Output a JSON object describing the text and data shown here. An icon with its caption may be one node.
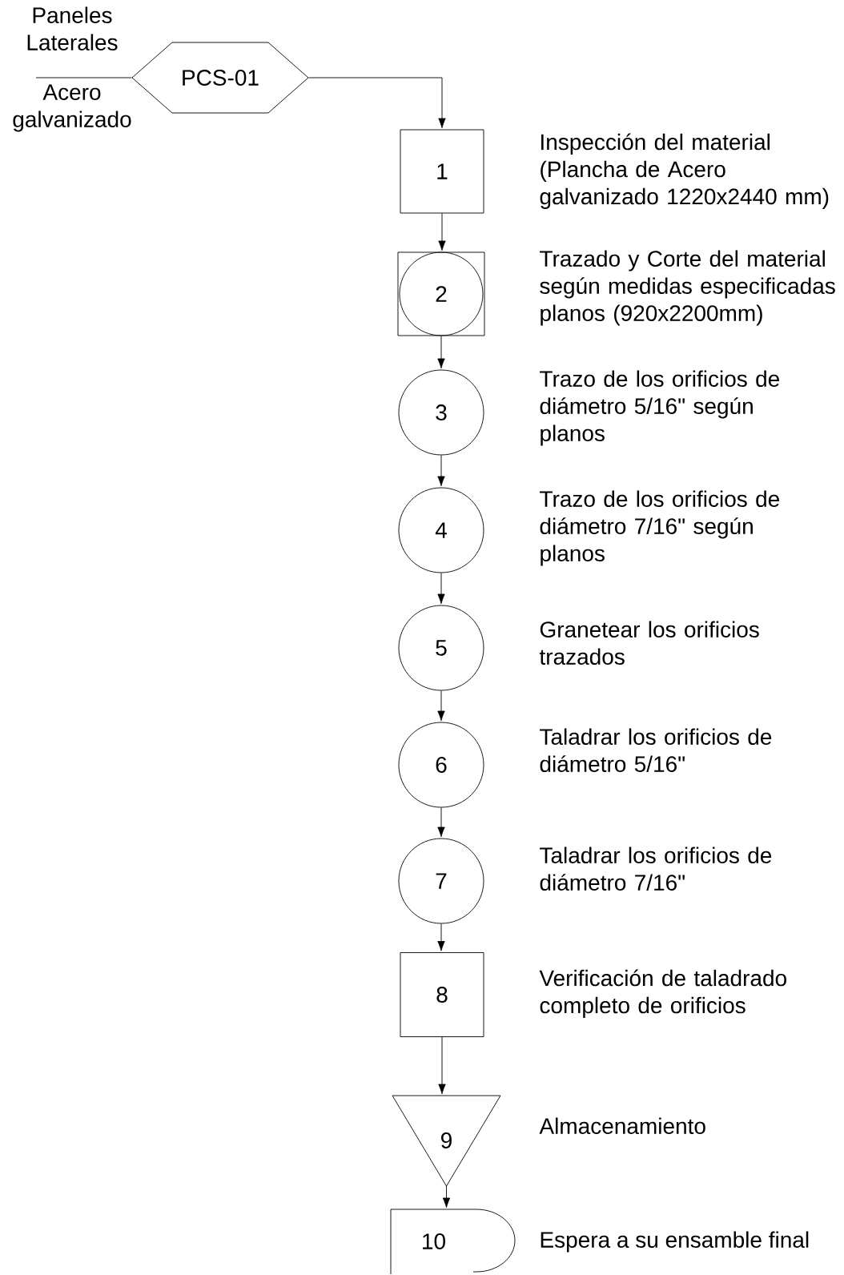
{
  "diagram": {
    "nodes": [
      {
        "text": [
          "PCS-01"
        ],
        "beside": [
          "Paneles Laterales",
          "Acero galvanizado"
        ]
      },
      {
        "text": [
          "1"
        ],
        "beside": [
          "Inspección del material (Plancha de Acero galvanizado  1220x2440 mm)"
        ]
      },
      {
        "text": [
          "2"
        ],
        "beside": [
          "Trazado y Corte del material según medidas especificadas planos (920x2200mm)"
        ]
      },
      {
        "text": [
          "3"
        ],
        "beside": [
          "Trazo de los orificios de diámetro 5/16\" según planos"
        ]
      },
      {
        "text": [
          "4"
        ],
        "beside": [
          "Trazo de los orificios de diámetro 7/16\" según planos"
        ]
      },
      {
        "text": [
          "5"
        ],
        "beside": [
          "Granetear los orificios trazados"
        ]
      },
      {
        "text": [
          "6"
        ],
        "beside": [
          "Taladrar los orificios de diámetro 5/16\""
        ]
      },
      {
        "text": [
          "7"
        ],
        "beside": [
          "Taladrar los orificios de diámetro 7/16\""
        ]
      },
      {
        "text": [
          "8"
        ],
        "beside": [
          "Verificación de taladrado completo de orificios"
        ]
      },
      {
        "text": [
          "9"
        ],
        "beside": [
          "Almacenamiento"
        ]
      },
      {
        "text": [
          "10"
        ],
        "beside": [
          "Espera a su ensamble final"
        ]
      }
    ],
    "edges": [
      {
        "from": null,
        "to": 0,
        "arrow": "none"
      },
      {
        "from": 0,
        "to": 1,
        "arrow": "to"
      },
      {
        "from": 1,
        "to": 2,
        "arrow": "to"
      },
      {
        "from": 2,
        "to": 3,
        "arrow": "to"
      },
      {
        "from": 3,
        "to": 4,
        "arrow": "to"
      },
      {
        "from": 4,
        "to": 5,
        "arrow": "to"
      },
      {
        "from": 5,
        "to": 6,
        "arrow": "to"
      },
      {
        "from": 6,
        "to": 7,
        "arrow": "to"
      },
      {
        "from": 7,
        "to": 8,
        "arrow": "to"
      },
      {
        "from": 8,
        "to": 9,
        "arrow": "to"
      },
      {
        "from": 9,
        "to": 10,
        "arrow": "to"
      }
    ]
  }
}
